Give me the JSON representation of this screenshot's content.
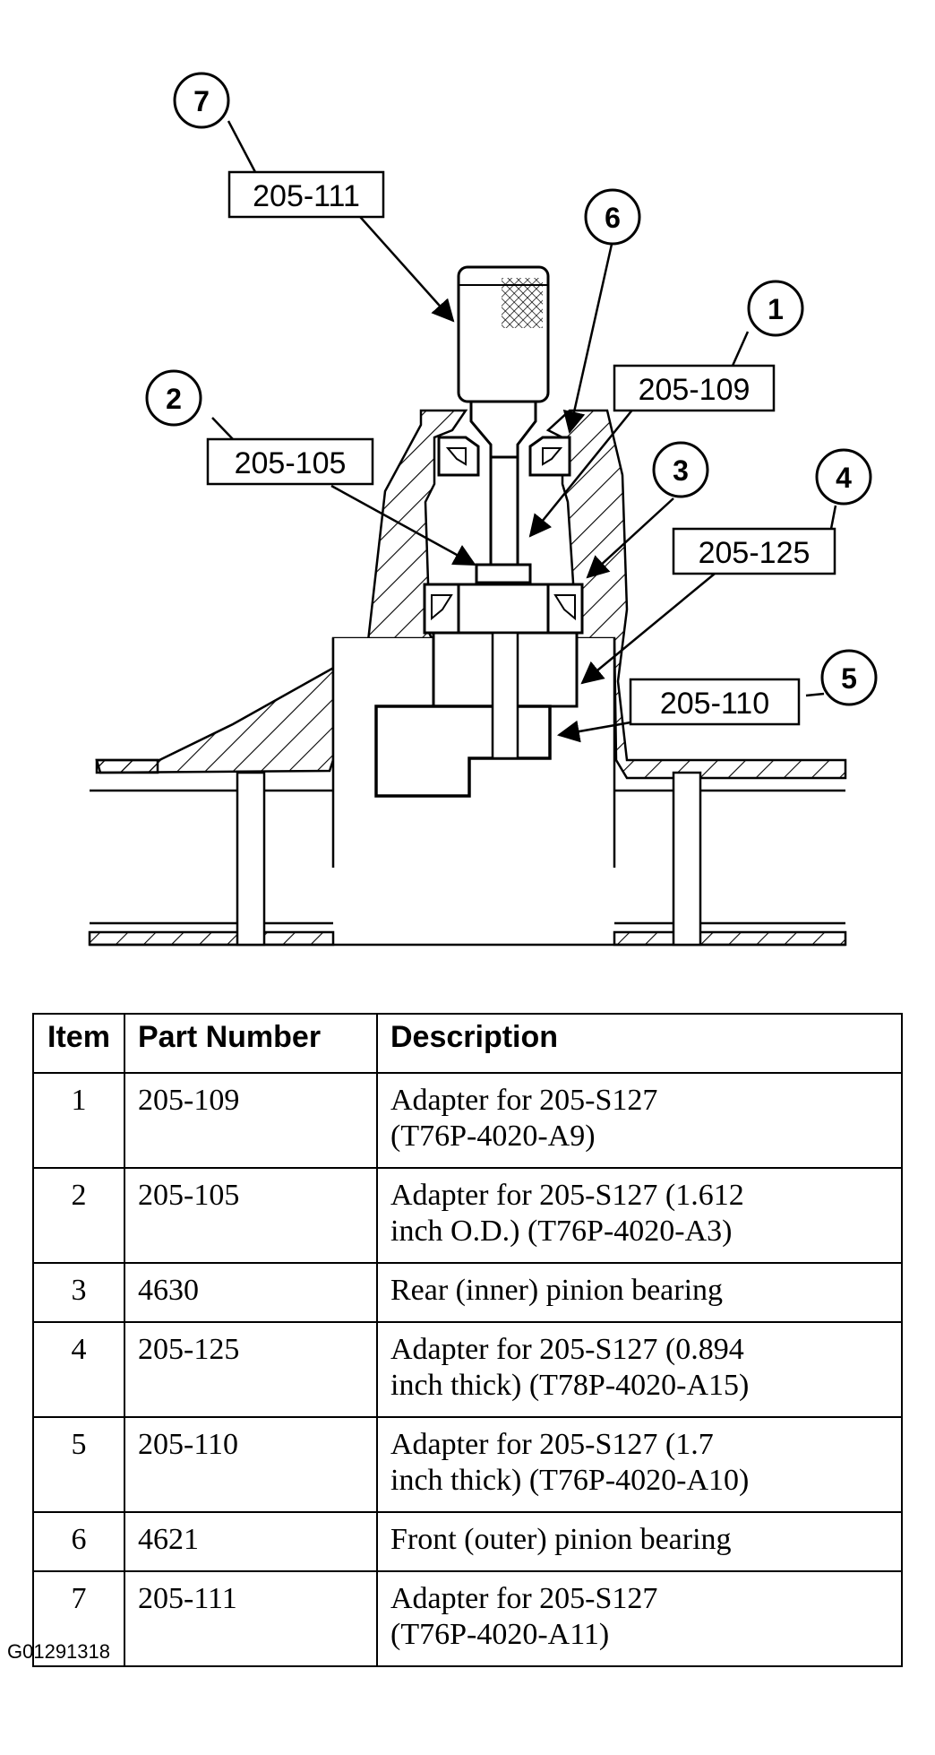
{
  "callouts": [
    {
      "number": "7",
      "part": "205-111"
    },
    {
      "number": "6",
      "part": ""
    },
    {
      "number": "1",
      "part": "205-109"
    },
    {
      "number": "2",
      "part": "205-105"
    },
    {
      "number": "3",
      "part": ""
    },
    {
      "number": "4",
      "part": "205-125"
    },
    {
      "number": "5",
      "part": "205-110"
    }
  ],
  "table": {
    "headers": [
      "Item",
      "Part Number",
      "Description"
    ],
    "rows": [
      {
        "item": "1",
        "part": "205-109",
        "desc1": "Adapter for 205-S127",
        "desc2": "(T76P-4020-A9)"
      },
      {
        "item": "2",
        "part": "205-105",
        "desc1": "Adapter for 205-S127 (1.612",
        "desc2": "inch O.D.) (T76P-4020-A3)"
      },
      {
        "item": "3",
        "part": "4630",
        "desc1": "Rear (inner) pinion bearing",
        "desc2": ""
      },
      {
        "item": "4",
        "part": "205-125",
        "desc1": "Adapter for 205-S127 (0.894",
        "desc2": "inch thick) (T78P-4020-A15)"
      },
      {
        "item": "5",
        "part": "205-110",
        "desc1": "Adapter for 205-S127 (1.7",
        "desc2": "inch thick) (T76P-4020-A10)"
      },
      {
        "item": "6",
        "part": "4621",
        "desc1": "Front (outer) pinion bearing",
        "desc2": ""
      },
      {
        "item": "7",
        "part": "205-111",
        "desc1": "Adapter for 205-S127",
        "desc2": "(T76P-4020-A11)"
      }
    ]
  },
  "figure_id": "G01291318"
}
